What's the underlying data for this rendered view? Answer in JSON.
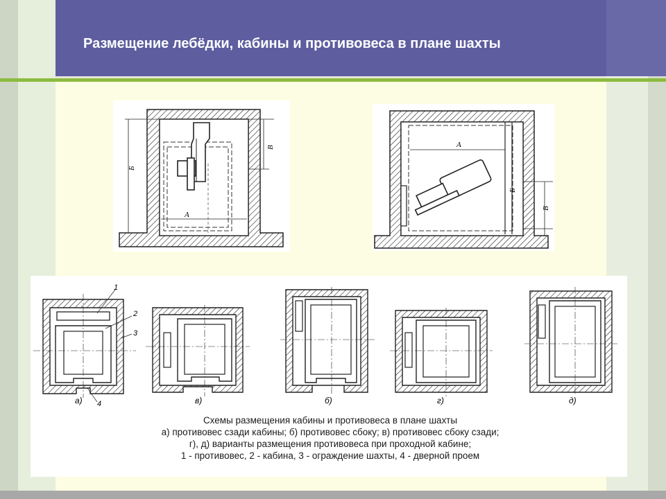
{
  "slide": {
    "title": "Размещение лебёдки, кабины и противовеса в плане шахты"
  },
  "top_left_plan": {
    "label_b": "Б",
    "label_v": "В",
    "label_a": "А"
  },
  "top_right_plan": {
    "label_a": "А",
    "label_b": "Б",
    "label_v": "В"
  },
  "schemes": {
    "callouts": [
      "1",
      "2",
      "3",
      "4"
    ],
    "labels": [
      "а)",
      "в)",
      "б)",
      "г)",
      "д)"
    ]
  },
  "caption": {
    "line1": "Схемы размещения кабины и противовеса в плане шахты",
    "line2": "а) противовес сзади кабины; б) противовес сбоку; в) противовес сбоку сзади;",
    "line3": "г), д) варианты размещения противовеса при проходной кабине;",
    "line4": "1 - противовес, 2 - кабина, 3 - ограждение шахты, 4 - дверной проем"
  },
  "colors": {
    "header": "#5e5d9f",
    "accent": "#8dbb3f",
    "content_bg": "#fdfde4"
  }
}
